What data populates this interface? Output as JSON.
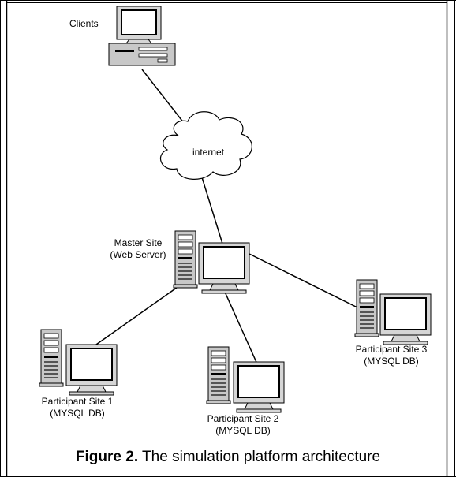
{
  "clients": {
    "label": "Clients"
  },
  "cloud": {
    "label": "internet"
  },
  "master": {
    "line1": "Master Site",
    "line2": "(Web Server)"
  },
  "participants": [
    {
      "line1": "Participant Site 1",
      "line2": "(MYSQL DB)"
    },
    {
      "line1": "Participant Site 2",
      "line2": "(MYSQL DB)"
    },
    {
      "line1": "Participant Site 3",
      "line2": "(MYSQL DB)"
    }
  ],
  "caption": {
    "prefix": "Figure 2.",
    "text": " The simulation platform architecture"
  }
}
